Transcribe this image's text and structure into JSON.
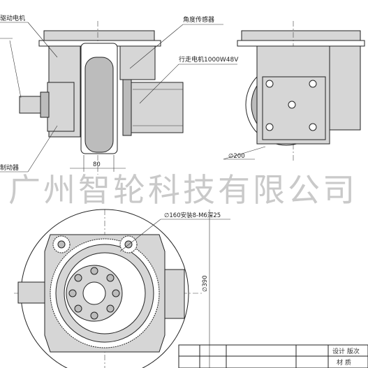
{
  "labels": {
    "top_motor": "驱动电机",
    "angle_sensor": "角度传感器",
    "travel_motor": "行走电机1000W48V",
    "brake": "制动器"
  },
  "dimensions": {
    "wheel_width": "80",
    "wheel_diameter": "∅200",
    "bolt_circle": "∅160安装8-M6深25",
    "outer_diameter": "∅390"
  },
  "watermark": "广州智轮科技有限公司",
  "title_block": {
    "row1": "设计 版次",
    "row2": "材 质"
  }
}
